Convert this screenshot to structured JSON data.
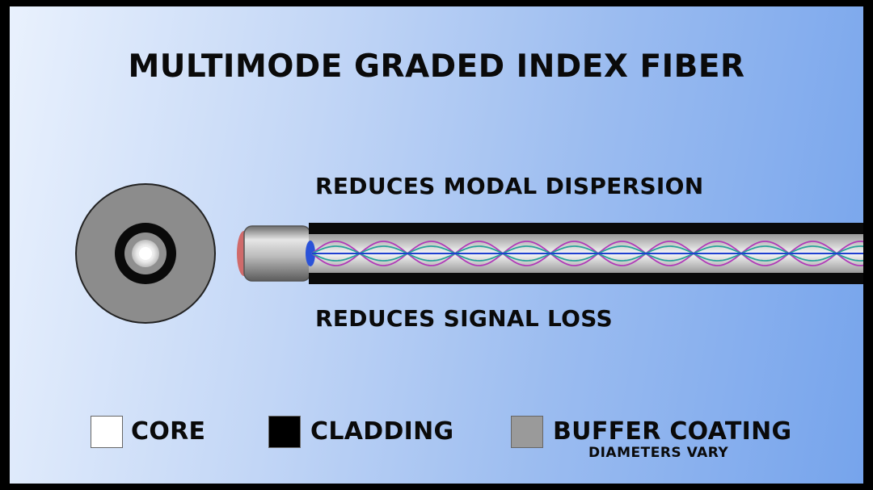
{
  "title": "MULTIMODE GRADED INDEX FIBER",
  "captions": {
    "top": "REDUCES MODAL DISPERSION",
    "bottom": "REDUCES SIGNAL LOSS"
  },
  "legend": [
    {
      "label": "CORE",
      "color": "#ffffff"
    },
    {
      "label": "CLADDING",
      "color": "#000000"
    },
    {
      "label": "BUFFER COATING",
      "color": "#9a9a9a"
    }
  ],
  "note": "DIAMETERS VARY",
  "colors": {
    "buffer": "#8c8c8c",
    "cladding": "#0a0a0a",
    "core": "#ffffff",
    "ray_outer": "#b03ab8",
    "ray_middle": "#2aa39a",
    "ray_axis": "#1f3fd0"
  }
}
